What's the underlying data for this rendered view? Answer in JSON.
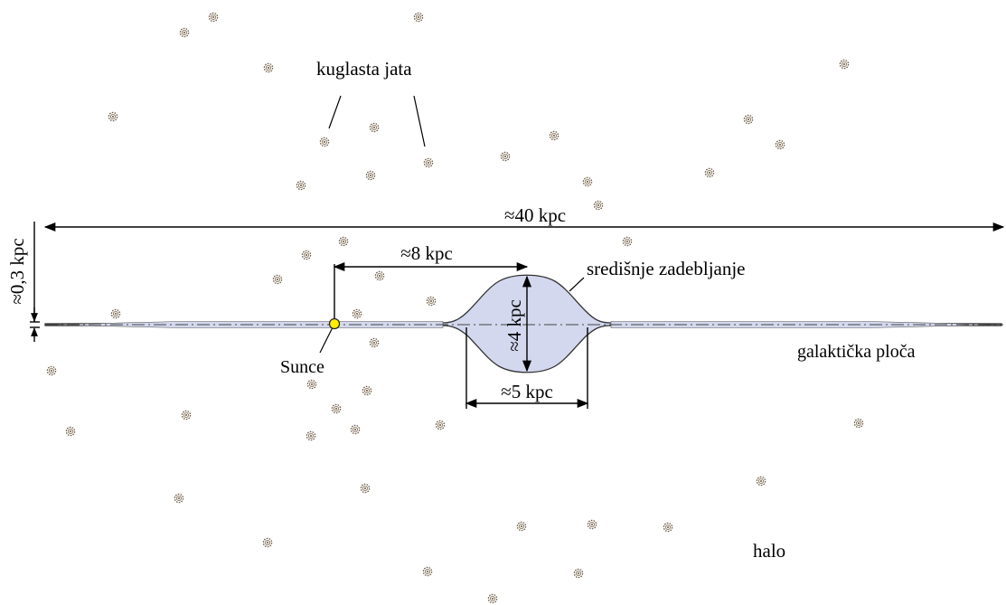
{
  "labels": {
    "globular_clusters": "kuglasta jata",
    "diameter": "≈40 kpc",
    "sun_distance": "≈8 kpc",
    "disk_thickness": "≈0,3 kpc",
    "bulge": "središnje zadebljanje",
    "bulge_height": "≈4 kpc",
    "bulge_width": "≈5 kpc",
    "disk": "galaktička ploča",
    "sun": "Sunce",
    "halo": "halo"
  },
  "colors": {
    "bulge_fill": "#d3d8ee",
    "bulge_stroke": "#333333",
    "sun_fill": "#ffee00",
    "cluster_color": "#8a7860"
  },
  "icons": {
    "globular_cluster": "globular-cluster-icon",
    "sun": "sun-dot-icon"
  }
}
